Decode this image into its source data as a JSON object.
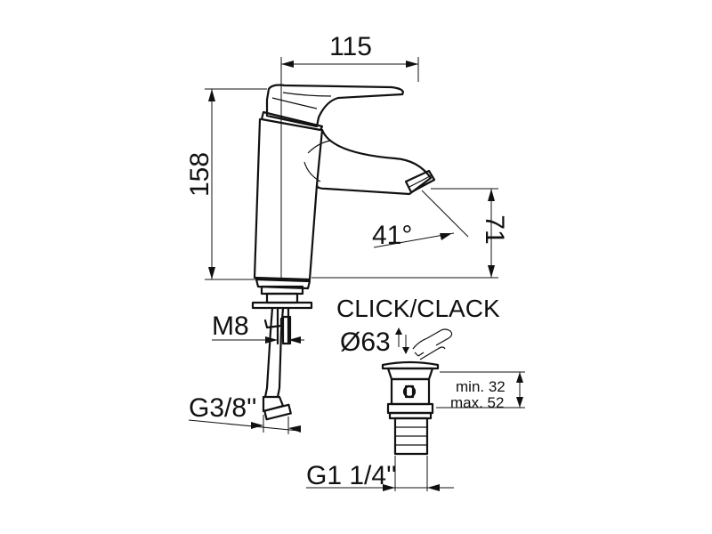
{
  "dimensions": {
    "width_label": "115",
    "height_label": "158",
    "spout_height_label": "71",
    "angle_label": "41°",
    "thread_m8_label": "M8",
    "hose_thread_label": "G3/8''",
    "waste_thread_label": "G1 1/4''",
    "waste_diameter_label": "Ø63",
    "waste_min_label": "min. 32",
    "waste_max_label": "max. 52"
  },
  "waste": {
    "title": "CLICK/CLACK"
  },
  "icons": [
    "faucet-drawing",
    "pop-up-waste-drawing",
    "hand-press-icon",
    "up-down-arrow-icon"
  ]
}
